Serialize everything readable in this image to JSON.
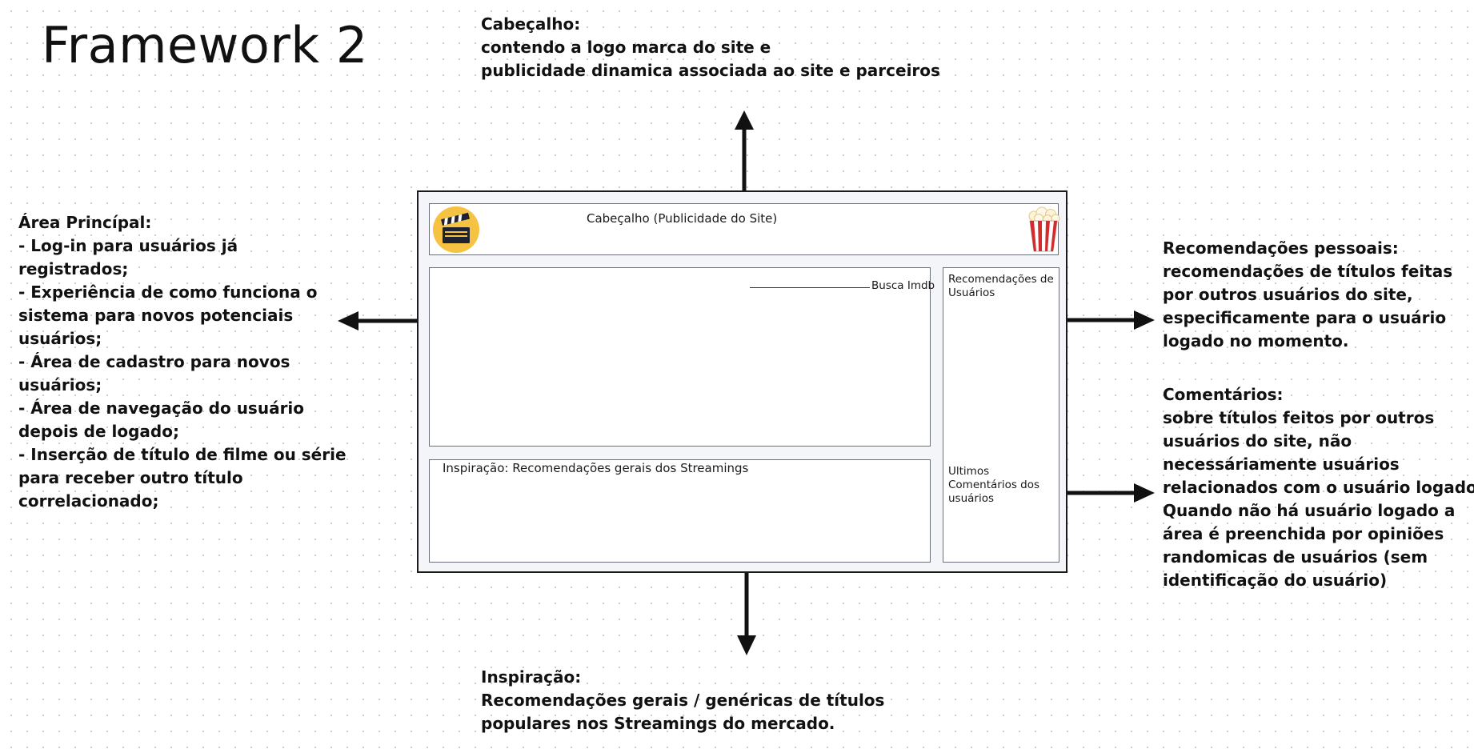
{
  "title": "Framework 2",
  "annotations": {
    "top": {
      "lines": [
        "Cabeçalho:",
        "contendo a logo marca do site e",
        "publicidade dinamica associada ao site e parceiros"
      ]
    },
    "left": {
      "lines": [
        "Área Princípal:",
        "- Log-in para usuários já",
        "registrados;",
        "- Experiência de como funciona o",
        "sistema para novos potenciais",
        "usuários;",
        "- Área de cadastro para novos",
        "usuários;",
        "- Área de navegação do usuário",
        "depois de logado;",
        "- Inserção de título de filme ou série",
        "para receber outro título",
        "correlacionado;"
      ]
    },
    "right_recommendations": {
      "lines": [
        "Recomendações pessoais:",
        "recomendações de títulos feitas",
        "por outros usuários do site,",
        "especificamente para o usuário",
        "logado no momento."
      ]
    },
    "right_comments": {
      "lines": [
        "Comentários:",
        "sobre títulos feitos por outros",
        "usuários do site, não",
        "necessáriamente usuários",
        "relacionados com o usuário logado.",
        "Quando não há usuário logado a",
        "área é preenchida por opiniões",
        "randomicas de usuários (sem",
        "identificação do usuário)"
      ]
    },
    "bottom": {
      "lines": [
        "Inspiração:",
        "Recomendações gerais / genéricas de títulos",
        "populares nos Streamings do mercado."
      ]
    }
  },
  "wireframe": {
    "header_label": "Cabeçalho (Publicidade do Site)",
    "search_label": "Busca Imdb",
    "inspiration_label": "Inspiração: Recomendações gerais dos Streamings",
    "recommendations_label": "Recomendações de Usuários",
    "comments_label": "Ultimos Comentários dos usuários",
    "logo_icon": "clapperboard-icon",
    "popcorn_icon": "popcorn-icon"
  },
  "colors": {
    "logo_circle": "#f5c242",
    "popcorn_red": "#d62b2b",
    "arrow": "#111111"
  }
}
